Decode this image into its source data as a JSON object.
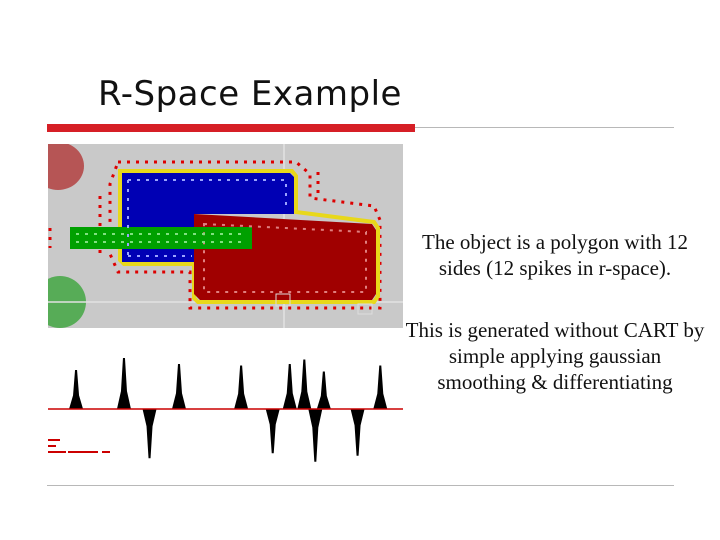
{
  "slide": {
    "title": "R-Space Example",
    "accent_color": "#d61f26",
    "text_blocks": [
      "The object is a polygon with 12 sides (12 spikes in r-space).",
      "This is generated without CART by simple applying gaussian smoothing & differentiating"
    ]
  },
  "figure": {
    "image_colors": {
      "background": "#c9c9c9",
      "blue_shape": "#0000b4",
      "red_shape": "#a00000",
      "green_bar": "#00a000",
      "contour": "#e8d81a",
      "baseline": "#cc0000"
    },
    "spikes": [
      {
        "pos": 0.079,
        "height": 0.52,
        "dir": "up"
      },
      {
        "pos": 0.214,
        "height": 0.68,
        "dir": "up"
      },
      {
        "pos": 0.286,
        "height": 0.58,
        "dir": "down"
      },
      {
        "pos": 0.369,
        "height": 0.6,
        "dir": "up"
      },
      {
        "pos": 0.544,
        "height": 0.58,
        "dir": "up"
      },
      {
        "pos": 0.633,
        "height": 0.52,
        "dir": "down"
      },
      {
        "pos": 0.681,
        "height": 0.6,
        "dir": "up"
      },
      {
        "pos": 0.722,
        "height": 0.66,
        "dir": "up"
      },
      {
        "pos": 0.753,
        "height": 0.62,
        "dir": "down"
      },
      {
        "pos": 0.777,
        "height": 0.5,
        "dir": "up"
      },
      {
        "pos": 0.872,
        "height": 0.55,
        "dir": "down"
      },
      {
        "pos": 0.936,
        "height": 0.58,
        "dir": "up"
      }
    ]
  }
}
